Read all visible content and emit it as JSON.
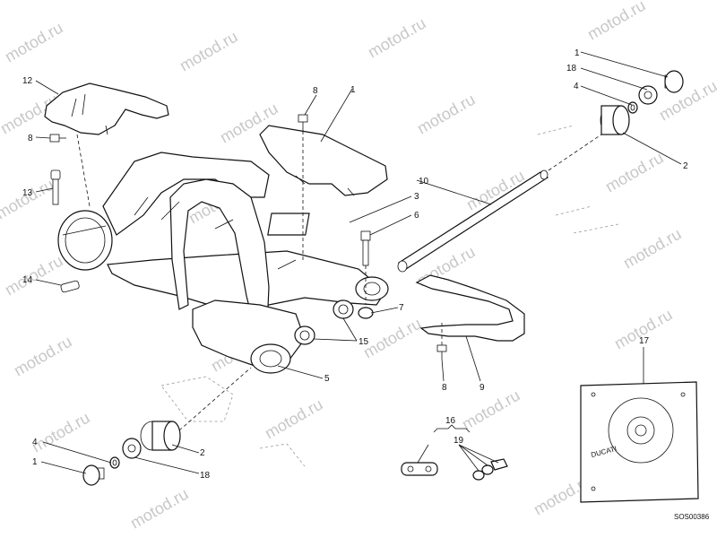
{
  "watermark": {
    "text": "motod.ru"
  },
  "callouts": {
    "c1_top": "1",
    "c18_top": "18",
    "c4_top": "4",
    "c2_top": "2",
    "c12": "12",
    "c8_guard": "8",
    "c13": "13",
    "c14": "14",
    "c8_plate": "8",
    "c1_plate": "1",
    "c10": "10",
    "c3": "3",
    "c6": "6",
    "c7": "7",
    "c15": "15",
    "c5": "5",
    "c8_slider": "8",
    "c9": "9",
    "c16": "16",
    "c19": "19",
    "c17": "17",
    "c4_bot": "4",
    "c1_bot": "1",
    "c2_bot": "2",
    "c18_bot": "18"
  },
  "decal": {
    "brand": "DUCATI"
  },
  "drawing_code": "SOS00386"
}
